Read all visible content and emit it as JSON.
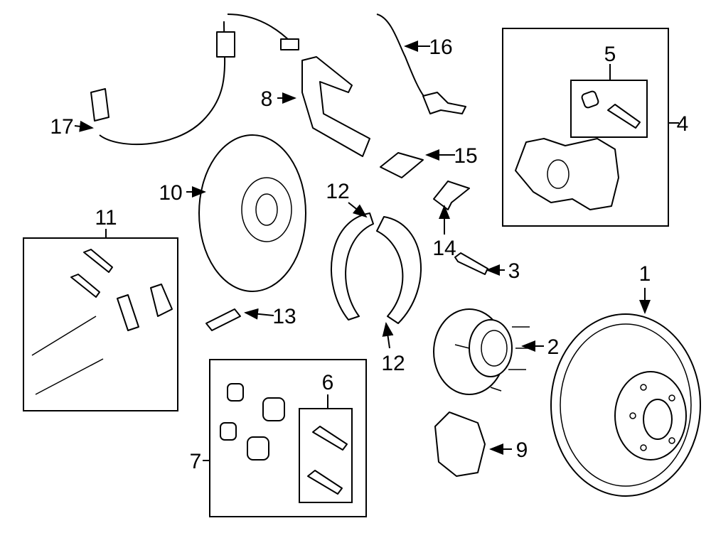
{
  "diagram": {
    "callouts": {
      "c1": "1",
      "c2": "2",
      "c3": "3",
      "c4": "4",
      "c5": "5",
      "c6": "6",
      "c7": "7",
      "c8": "8",
      "c9": "9",
      "c10": "10",
      "c11": "11",
      "c12a": "12",
      "c12b": "12",
      "c13": "13",
      "c14": "14",
      "c15": "15",
      "c16": "16",
      "c17": "17"
    }
  }
}
